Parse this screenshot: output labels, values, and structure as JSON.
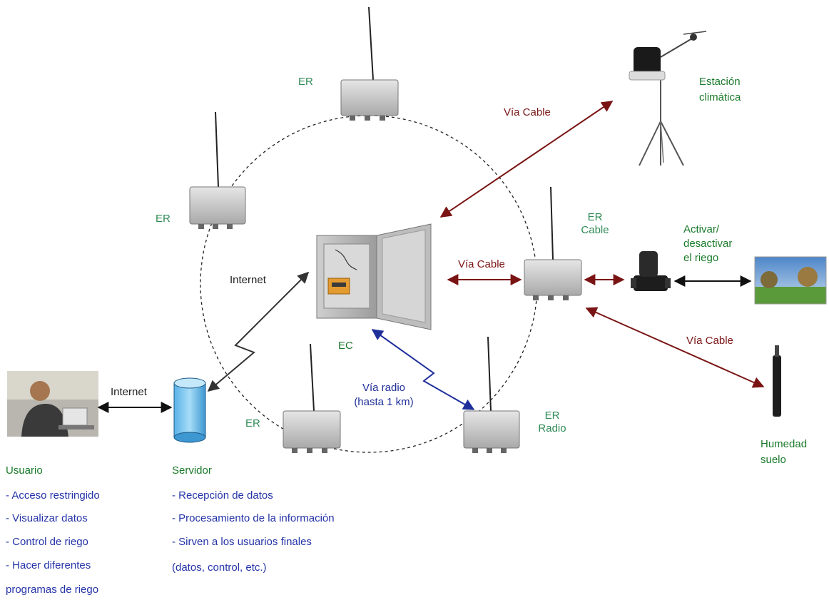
{
  "colors": {
    "green": "#1a7a2a",
    "teal": "#2f8a55",
    "cable": "#7a1414",
    "radio": "#1f2f9a",
    "internet": "#333333",
    "list": "#2433a8"
  },
  "nodes": {
    "er_top": "ER",
    "er_left": "ER",
    "er_bottom": "ER",
    "er_cable": [
      "ER",
      "Cable"
    ],
    "er_radio": [
      "ER",
      "Radio"
    ],
    "ec": "EC"
  },
  "devices": {
    "weather_station": [
      "Estación",
      "climática"
    ],
    "valve": [
      "Activar/",
      "desactivar",
      "el riego"
    ],
    "soil": [
      "Humedad",
      "suelo"
    ]
  },
  "links": {
    "cable_weather": "Vía Cable",
    "cable_ec": "Vía Cable",
    "cable_soil": "Vía Cable",
    "radio": [
      "Vía radio",
      "(hasta 1 km)"
    ],
    "internet_server": "Internet",
    "internet_user": "Internet"
  },
  "usuario": {
    "title": "Usuario",
    "items": [
      "-  Acceso restringido",
      "-  Visualizar datos",
      "-  Control de riego",
      "-  Hacer diferentes"
    ],
    "continuation": "programas de riego"
  },
  "servidor": {
    "title": "Servidor",
    "items": [
      "-  Recepción de datos",
      "-  Procesamiento de  la información",
      "-  Sirven a los usuarios finales"
    ],
    "continuation": "(datos, control, etc.)"
  }
}
